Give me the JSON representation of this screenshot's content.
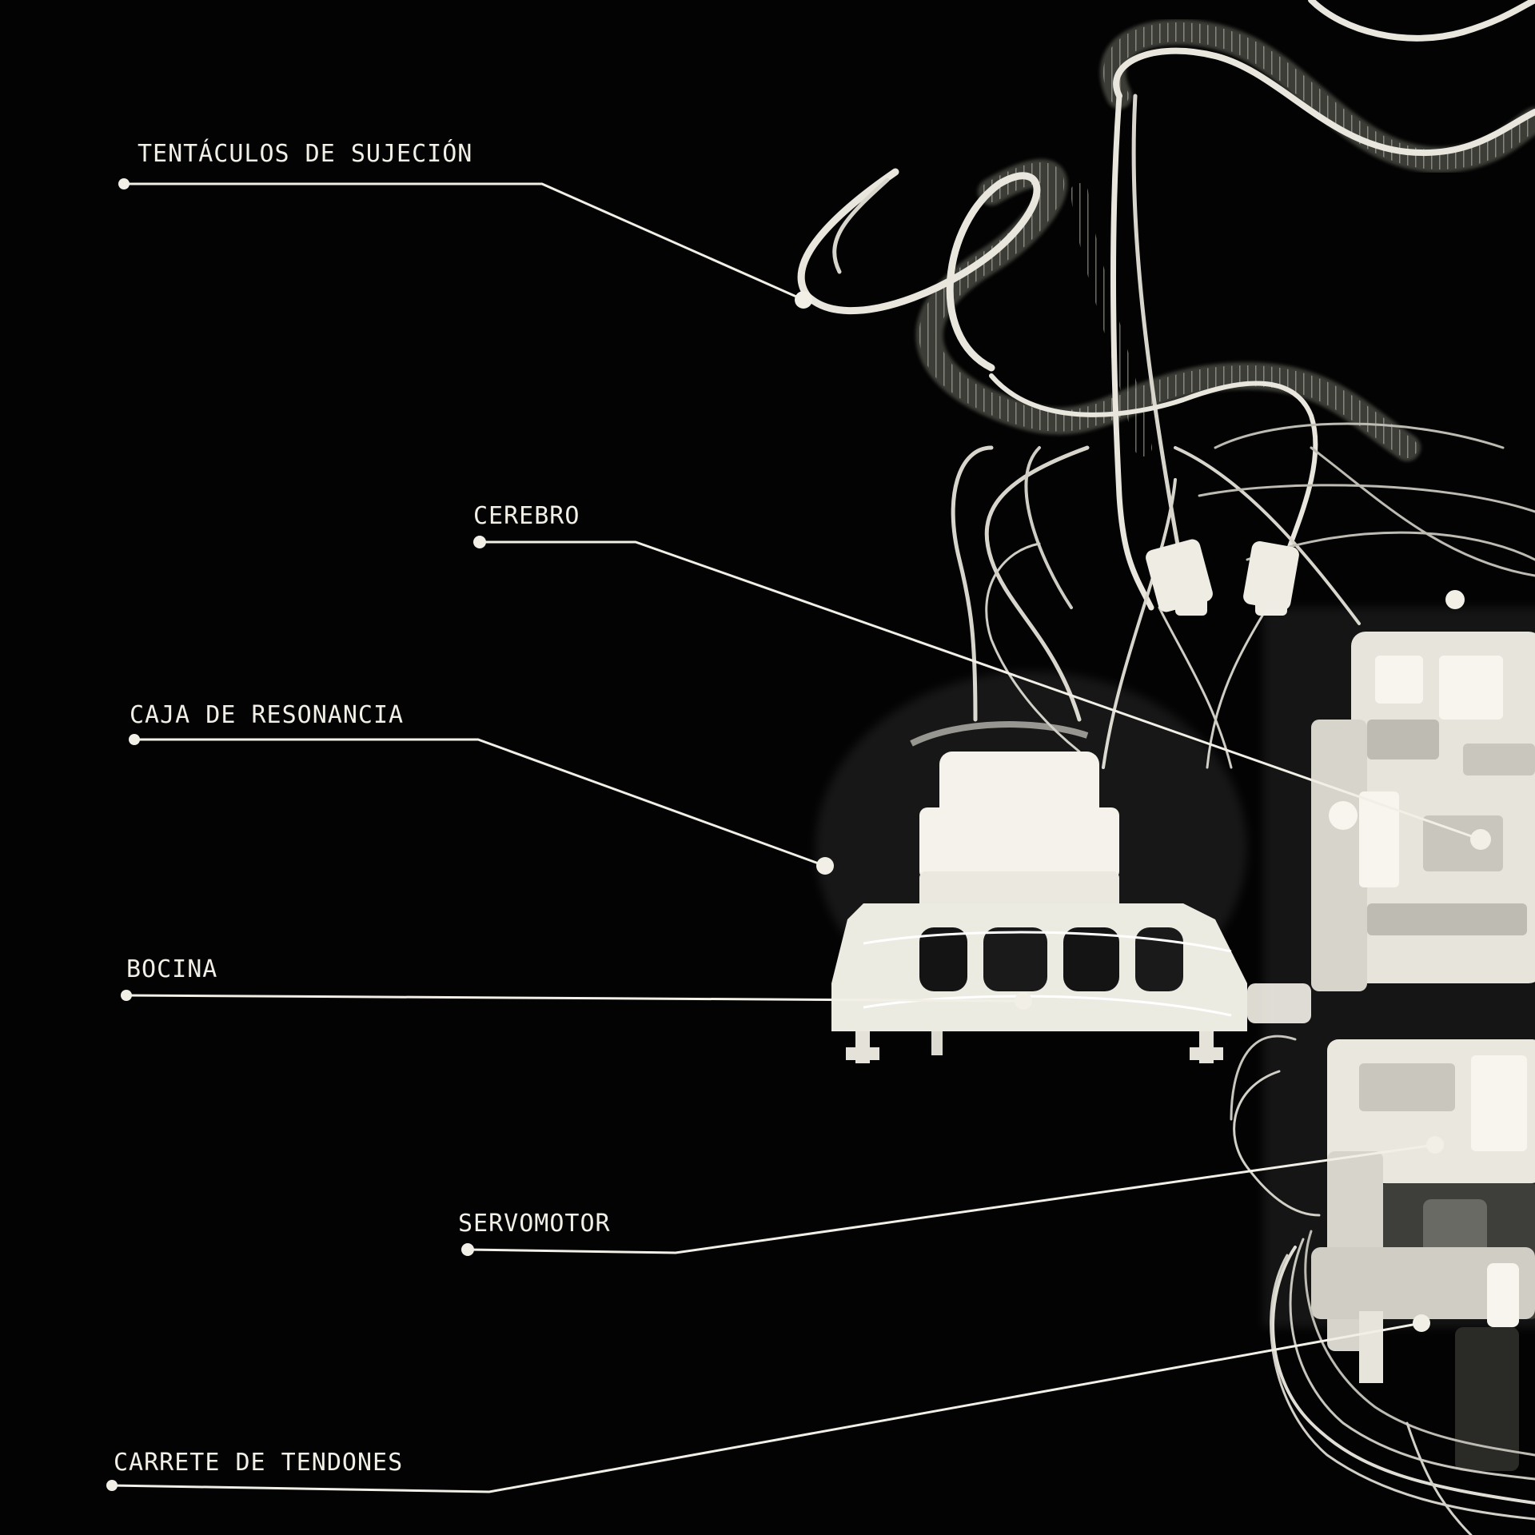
{
  "diagram": {
    "colors": {
      "background": "#030303",
      "ink": "#f1efe6"
    },
    "callouts": [
      {
        "id": "tentaculos",
        "label": "TENTÁCULOS DE SUJECIÓN"
      },
      {
        "id": "cerebro",
        "label": "CEREBRO"
      },
      {
        "id": "caja",
        "label": "CAJA DE RESONANCIA"
      },
      {
        "id": "bocina",
        "label": "BOCINA"
      },
      {
        "id": "servomotor",
        "label": "SERVOMOTOR"
      },
      {
        "id": "carrete",
        "label": "CARRETE DE TENDONES"
      }
    ]
  }
}
